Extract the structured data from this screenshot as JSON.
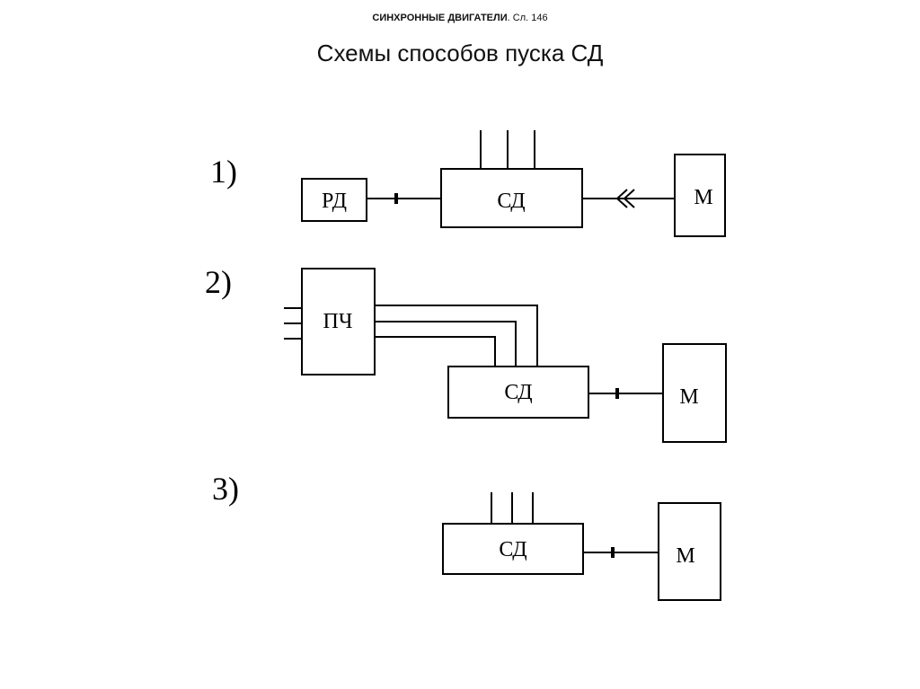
{
  "header": {
    "section": "СИНХРОННЫЕ ДВИГАТЕЛИ",
    "slide": ". Сл. 146"
  },
  "title": "Схемы способов пуска СД",
  "schemes": [
    {
      "number": "1)",
      "blocks": {
        "left": "РД",
        "motor": "СД",
        "load": "М"
      }
    },
    {
      "number": "2)",
      "blocks": {
        "converter": "ПЧ",
        "motor": "СД",
        "load": "М"
      }
    },
    {
      "number": "3)",
      "blocks": {
        "motor": "СД",
        "load": "М"
      }
    }
  ]
}
